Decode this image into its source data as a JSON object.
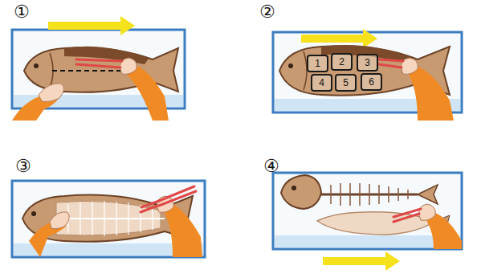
{
  "diagram": {
    "nodes": [
      {
        "text": [
          "1"
        ]
      },
      {
        "text": [
          "2"
        ]
      },
      {
        "text": [
          "3"
        ]
      },
      {
        "text": [
          "4"
        ]
      },
      {
        "text": [
          "5"
        ]
      },
      {
        "text": [
          "6"
        ]
      }
    ],
    "labels": [
      "①",
      "②",
      "③",
      "④"
    ]
  }
}
